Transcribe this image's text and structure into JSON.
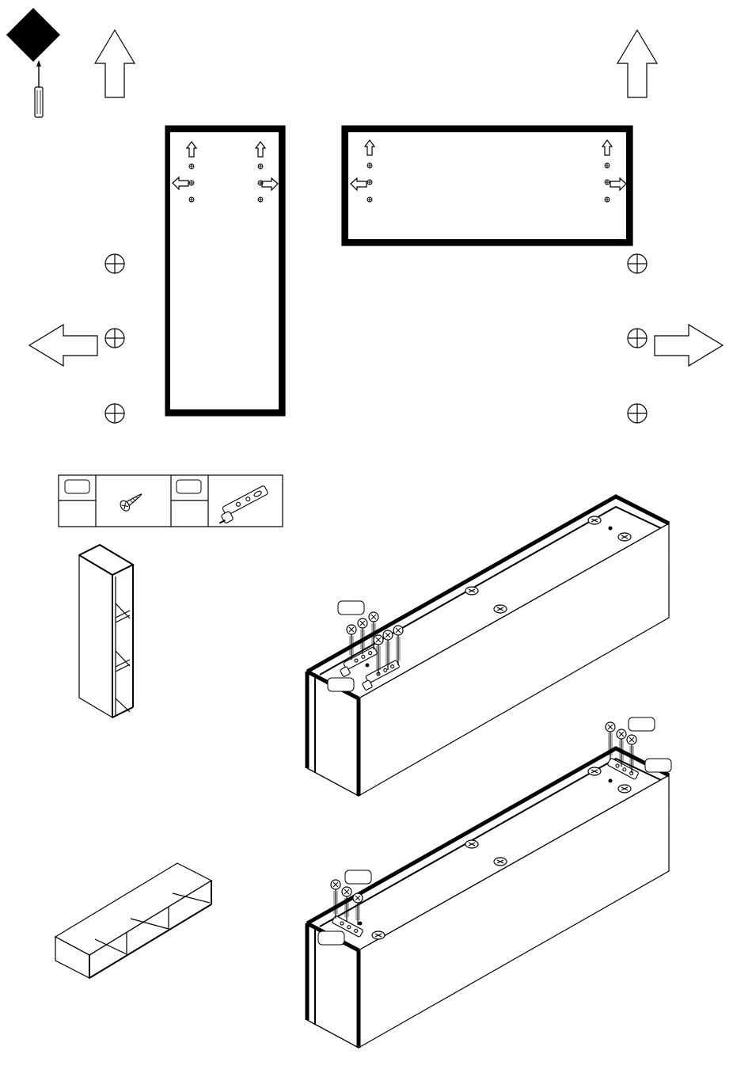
{
  "page": {
    "background": "#ffffff",
    "ink_color": "#000000"
  },
  "tool": {
    "icon": "screwdriver-icon",
    "badge": "black-diamond"
  },
  "hardware_table": {
    "items": [
      {
        "part_id": "",
        "quantity": "",
        "icon": "screw-icon"
      },
      {
        "part_id": "",
        "quantity": "",
        "icon": "hanging-bracket-icon"
      }
    ]
  },
  "drill_template": {
    "panels": [
      "vertical-panel",
      "horizontal-panel"
    ],
    "direction_icons": [
      "arrow-up-icon",
      "arrow-left-icon",
      "arrow-right-icon"
    ],
    "mark_icon": "crosshair-icon"
  },
  "orientation_views": [
    "vertical-unit",
    "horizontal-unit"
  ],
  "callouts": {
    "step_upper": {
      "screw_tag": "",
      "bracket_tag": ""
    },
    "step_lower_right": {
      "screw_tag": "",
      "bracket_tag": ""
    },
    "step_lower_left": {
      "screw_tag": "",
      "bracket_tag": ""
    }
  }
}
